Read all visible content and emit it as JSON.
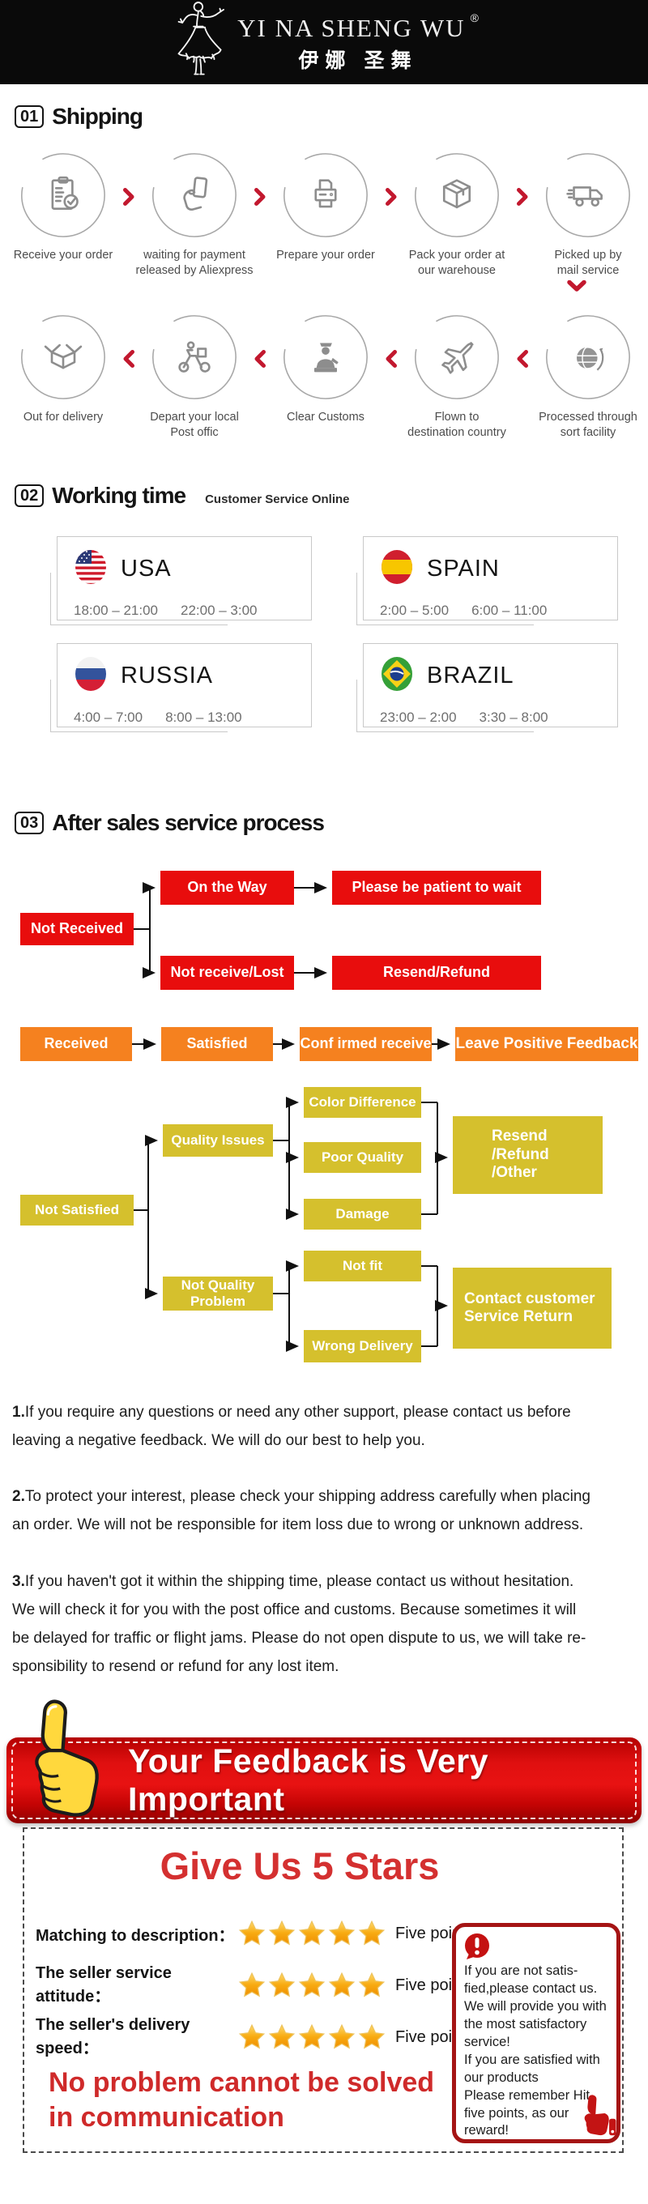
{
  "header": {
    "brand": "YI NA SHENG WU",
    "registered": "®",
    "brand_cn": "伊娜 圣舞"
  },
  "shipping": {
    "number": "01",
    "title": "Shipping",
    "steps_row1": [
      {
        "icon": "order-checklist-icon",
        "label": "Receive your order"
      },
      {
        "icon": "payment-hand-card-icon",
        "label": "waiting for payment\nreleased by Aliexpress"
      },
      {
        "icon": "printer-icon",
        "label": "Prepare your order"
      },
      {
        "icon": "package-box-icon",
        "label": "Pack your order at\nour warehouse"
      },
      {
        "icon": "truck-icon",
        "label": "Picked up by\nmail service"
      }
    ],
    "steps_row2": [
      {
        "icon": "open-box-icon",
        "label": "Out  for delivery"
      },
      {
        "icon": "delivery-scooter-icon",
        "label": "Depart your local\nPost offic"
      },
      {
        "icon": "customs-officer-icon",
        "label": "Clear Customs"
      },
      {
        "icon": "airplane-icon",
        "label": "Flown to\ndestination country"
      },
      {
        "icon": "globe-icon",
        "label": "Processed through\nsort facility"
      }
    ]
  },
  "working_time": {
    "number": "02",
    "title": "Working time",
    "subtitle": "Customer Service Online",
    "countries": [
      {
        "name": "USA",
        "flag": "usa-flag-icon",
        "time1": "18:00 – 21:00",
        "time2": "22:00 – 3:00"
      },
      {
        "name": "SPAIN",
        "flag": "spain-flag-icon",
        "time1": "2:00 – 5:00",
        "time2": "6:00 – 11:00"
      },
      {
        "name": "RUSSIA",
        "flag": "russia-flag-icon",
        "time1": "4:00 – 7:00",
        "time2": "8:00 – 13:00"
      },
      {
        "name": "BRAZIL",
        "flag": "brazil-flag-icon",
        "time1": "23:00 – 2:00",
        "time2": "3:30 – 8:00"
      }
    ]
  },
  "after_sales": {
    "number": "03",
    "title": "After sales service process",
    "flow": {
      "not_received": "Not Received",
      "on_the_way": "On the Way",
      "be_patient": "Please be patient to wait",
      "not_receive_lost": "Not receive/Lost",
      "resend_refund": "Resend/Refund",
      "received": "Received",
      "satisfied": "Satisfied",
      "confirmed_receive": "Conf irmed receive",
      "leave_feedback": "Leave Positive Feedback",
      "not_satisfied": "Not Satisfied",
      "quality_issues": "Quality Issues",
      "color_difference": "Color Difference",
      "poor_quality": "Poor Quality",
      "damage": "Damage",
      "resend_refund_other": "Resend\n/Refund\n/Other",
      "not_quality_problem": "Not Quality\nProblem",
      "not_fit": "Not fit",
      "wrong_delivery": "Wrong Delivery",
      "contact_customer": "Contact customer\nService Return"
    }
  },
  "notes": [
    {
      "num": "1.",
      "text": "If you require any questions or need any other support, please contact us before\nleaving a negative feedback. We will do our best to help you."
    },
    {
      "num": "2.",
      "text": "To protect your interest, please check your shipping address carefully when placing\nan order. We will not be responsible for item loss due to wrong or unknown address."
    },
    {
      "num": "3.",
      "text": "If you haven't got it within the shipping time, please contact us without hesitation.\nWe will check it for you with the post office and customs. Because sometimes it will\nbe delayed for traffic or flight jams. Please do not open dispute to us, we will take re-\nsponsibility to resend or refund for any lost item."
    }
  ],
  "banner": {
    "text": "Your Feedback is Very Important"
  },
  "five_stars": {
    "title": "Give Us 5 Stars",
    "rows": [
      {
        "label": "Matching to description：",
        "stars": 5,
        "value": "Five points"
      },
      {
        "label": "The seller service attitude：",
        "stars": 5,
        "value": "Five points"
      },
      {
        "label": "The seller's delivery speed：",
        "stars": 5,
        "value": "Five points"
      }
    ],
    "slogan": "No problem cannot be solved\n in communication",
    "tip": "If you are not satis-\nfied,please contact us.\nWe will provide you with\nthe most satisfactory\nservice!\nIf you are satisfied with\nour products\nPlease remember Hit\nfive points, as our\nreward!"
  },
  "colors": {
    "flow_red": "#e80d0d",
    "flow_orange": "#f5811f",
    "flow_yellow": "#d5c02d",
    "banner_red": "#c40404",
    "star_orange": "#f39a00",
    "title_red": "#d43030",
    "chevron_red": "#c2182e"
  }
}
